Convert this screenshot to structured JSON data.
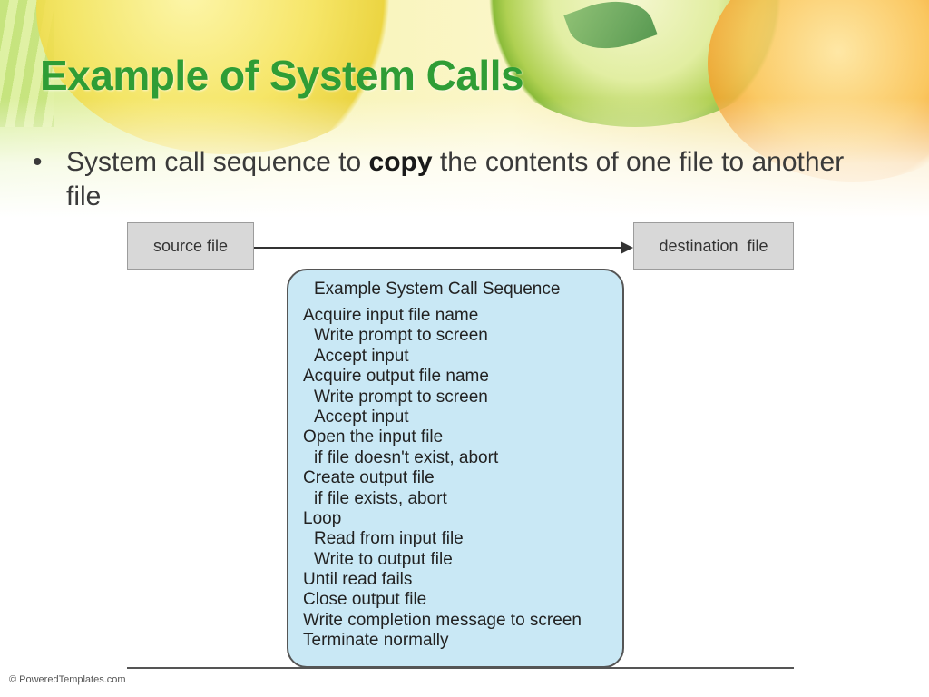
{
  "slide": {
    "title": "Example of System Calls",
    "bullet": {
      "marker": "•",
      "text_before": "System call sequence to ",
      "emphasis": "copy",
      "text_after": " the contents of one file to another file"
    }
  },
  "figure": {
    "source_label": "source file",
    "destination_label": "destination  file",
    "sequence_title": "Example System Call Sequence",
    "steps": [
      {
        "text": "Acquire input file name",
        "indent": false
      },
      {
        "text": "Write prompt to screen",
        "indent": true
      },
      {
        "text": "Accept input",
        "indent": true
      },
      {
        "text": "Acquire output file name",
        "indent": false
      },
      {
        "text": "Write prompt to screen",
        "indent": true
      },
      {
        "text": "Accept input",
        "indent": true
      },
      {
        "text": "Open the input file",
        "indent": false
      },
      {
        "text": "if file doesn't exist, abort",
        "indent": true
      },
      {
        "text": "Create output file",
        "indent": false
      },
      {
        "text": "if file exists, abort",
        "indent": true
      },
      {
        "text": "Loop",
        "indent": false
      },
      {
        "text": "Read from input file",
        "indent": true
      },
      {
        "text": "Write to output file",
        "indent": true
      },
      {
        "text": "Until read fails",
        "indent": false
      },
      {
        "text": "Close output file",
        "indent": false
      },
      {
        "text": "Write completion message to screen",
        "indent": false
      },
      {
        "text": "Terminate normally",
        "indent": false
      }
    ]
  },
  "footer": {
    "credit": "© PoweredTemplates.com"
  },
  "colors": {
    "title": "#2f9d35",
    "sequence_box_fill": "#c9e8f5",
    "file_box_fill": "#d8d8d8"
  }
}
